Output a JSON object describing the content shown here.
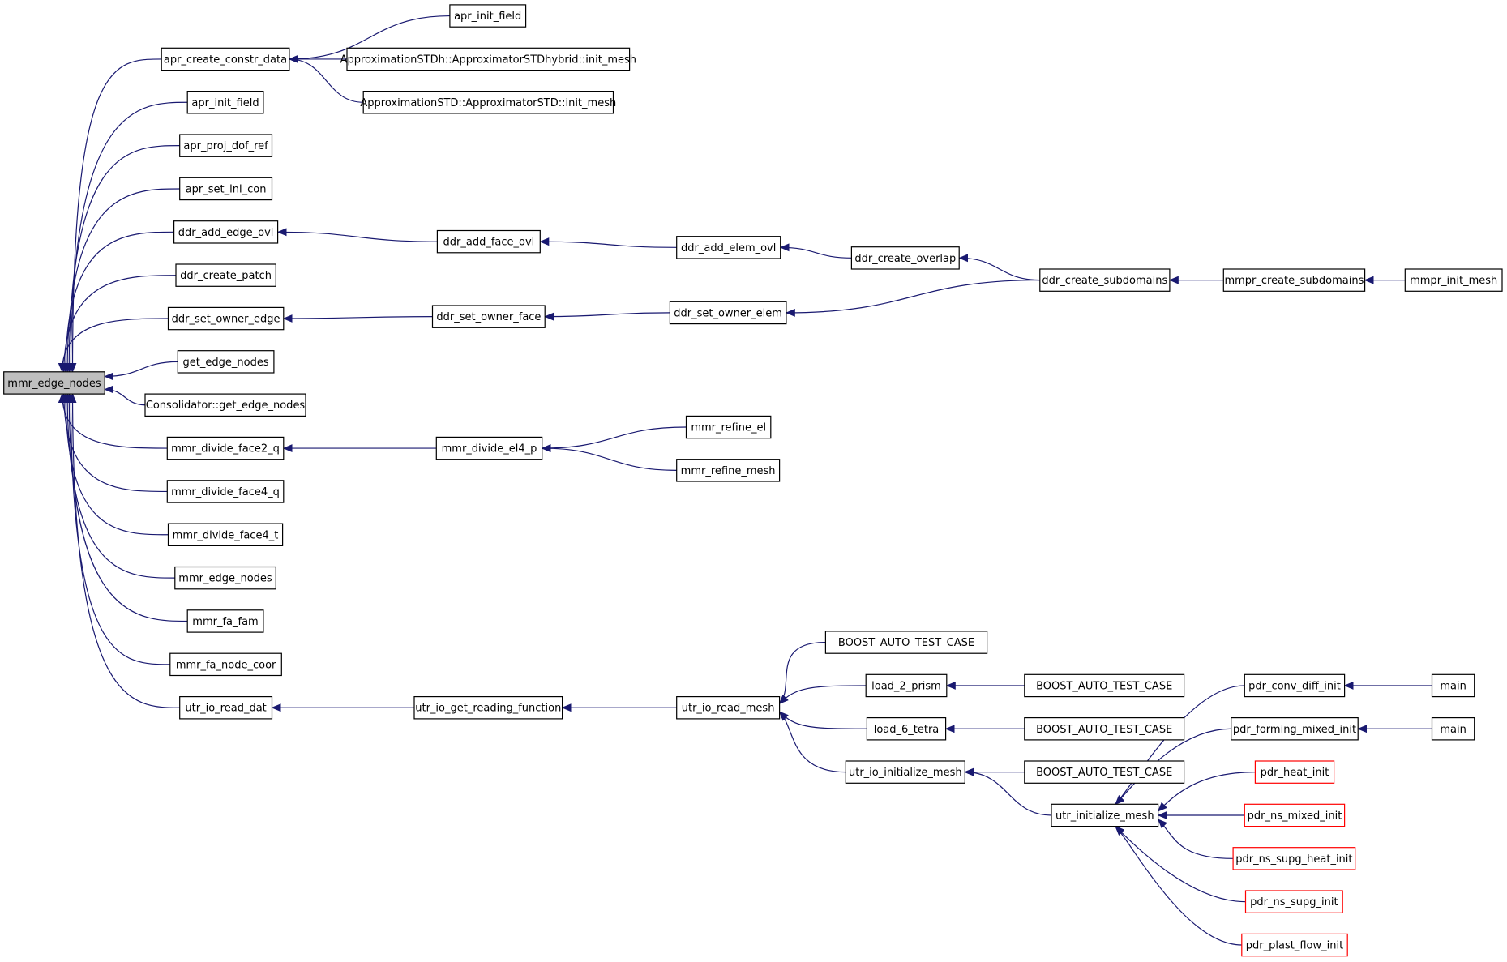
{
  "colors": {
    "edge": "#191970",
    "arrow": "#191970",
    "border": "#000000",
    "truncated_border": "#ff0000",
    "root_fill": "#bfbfbf",
    "node_fill": "#ffffff"
  },
  "nodes": [
    {
      "id": "root",
      "label": "mmr_edge_nodes",
      "style": "root"
    },
    {
      "id": "apr_create",
      "label": "apr_create_constr_data"
    },
    {
      "id": "apr_init_field_2",
      "label": "apr_init_field"
    },
    {
      "id": "approx_hybrid",
      "label": "ApproximationSTDh::ApproximatorSTDhybrid::init_mesh"
    },
    {
      "id": "approx_std",
      "label": "ApproximationSTD::ApproximatorSTD::init_mesh"
    },
    {
      "id": "apr_init_field",
      "label": "apr_init_field"
    },
    {
      "id": "apr_proj",
      "label": "apr_proj_dof_ref"
    },
    {
      "id": "apr_set",
      "label": "apr_set_ini_con"
    },
    {
      "id": "ddr_add_edge",
      "label": "ddr_add_edge_ovl"
    },
    {
      "id": "ddr_add_face",
      "label": "ddr_add_face_ovl"
    },
    {
      "id": "ddr_add_elem",
      "label": "ddr_add_elem_ovl"
    },
    {
      "id": "ddr_create_overlap",
      "label": "ddr_create_overlap"
    },
    {
      "id": "ddr_create_subdomains",
      "label": "ddr_create_subdomains"
    },
    {
      "id": "mmpr_create_subdomains",
      "label": "mmpr_create_subdomains"
    },
    {
      "id": "mmpr_init_mesh",
      "label": "mmpr_init_mesh"
    },
    {
      "id": "ddr_create_patch",
      "label": "ddr_create_patch"
    },
    {
      "id": "ddr_set_owner_edge",
      "label": "ddr_set_owner_edge"
    },
    {
      "id": "ddr_set_owner_face",
      "label": "ddr_set_owner_face"
    },
    {
      "id": "ddr_set_owner_elem",
      "label": "ddr_set_owner_elem"
    },
    {
      "id": "get_edge_nodes",
      "label": "get_edge_nodes"
    },
    {
      "id": "consolidator",
      "label": "Consolidator::get_edge_nodes"
    },
    {
      "id": "mmr_divide_face2_q",
      "label": "mmr_divide_face2_q"
    },
    {
      "id": "mmr_divide_el4_p",
      "label": "mmr_divide_el4_p"
    },
    {
      "id": "mmr_refine_el",
      "label": "mmr_refine_el"
    },
    {
      "id": "mmr_refine_mesh",
      "label": "mmr_refine_mesh"
    },
    {
      "id": "mmr_divide_face4_q",
      "label": "mmr_divide_face4_q"
    },
    {
      "id": "mmr_divide_face4_t",
      "label": "mmr_divide_face4_t"
    },
    {
      "id": "mmr_edge_nodes_2",
      "label": "mmr_edge_nodes"
    },
    {
      "id": "mmr_fa_fam",
      "label": "mmr_fa_fam"
    },
    {
      "id": "mmr_fa_node_coor",
      "label": "mmr_fa_node_coor"
    },
    {
      "id": "utr_io_read_dat",
      "label": "utr_io_read_dat"
    },
    {
      "id": "utr_io_get_reading",
      "label": "utr_io_get_reading_function"
    },
    {
      "id": "utr_io_read_mesh",
      "label": "utr_io_read_mesh"
    },
    {
      "id": "boost_1",
      "label": "BOOST_AUTO_TEST_CASE"
    },
    {
      "id": "load_2_prism",
      "label": "load_2_prism"
    },
    {
      "id": "boost_2",
      "label": "BOOST_AUTO_TEST_CASE"
    },
    {
      "id": "load_6_tetra",
      "label": "load_6_tetra"
    },
    {
      "id": "boost_3",
      "label": "BOOST_AUTO_TEST_CASE"
    },
    {
      "id": "utr_io_initialize_mesh",
      "label": "utr_io_initialize_mesh"
    },
    {
      "id": "boost_4",
      "label": "BOOST_AUTO_TEST_CASE"
    },
    {
      "id": "utr_initialize_mesh",
      "label": "utr_initialize_mesh"
    },
    {
      "id": "pdr_conv_diff_init",
      "label": "pdr_conv_diff_init"
    },
    {
      "id": "main_1",
      "label": "main"
    },
    {
      "id": "pdr_forming_mixed_init",
      "label": "pdr_forming_mixed_init"
    },
    {
      "id": "main_2",
      "label": "main"
    },
    {
      "id": "pdr_heat_init",
      "label": "pdr_heat_init",
      "style": "truncated"
    },
    {
      "id": "pdr_ns_mixed_init",
      "label": "pdr_ns_mixed_init",
      "style": "truncated"
    },
    {
      "id": "pdr_ns_supg_heat_init",
      "label": "pdr_ns_supg_heat_init",
      "style": "truncated"
    },
    {
      "id": "pdr_ns_supg_init",
      "label": "pdr_ns_supg_init",
      "style": "truncated"
    },
    {
      "id": "pdr_plast_flow_init",
      "label": "pdr_plast_flow_init",
      "style": "truncated"
    }
  ],
  "edges": [
    {
      "from": "apr_create",
      "to": "root"
    },
    {
      "from": "apr_init_field",
      "to": "root"
    },
    {
      "from": "apr_proj",
      "to": "root"
    },
    {
      "from": "apr_set",
      "to": "root"
    },
    {
      "from": "ddr_add_edge",
      "to": "root"
    },
    {
      "from": "ddr_create_patch",
      "to": "root"
    },
    {
      "from": "ddr_set_owner_edge",
      "to": "root"
    },
    {
      "from": "get_edge_nodes",
      "to": "root"
    },
    {
      "from": "consolidator",
      "to": "root"
    },
    {
      "from": "mmr_divide_face2_q",
      "to": "root"
    },
    {
      "from": "mmr_divide_face4_q",
      "to": "root"
    },
    {
      "from": "mmr_divide_face4_t",
      "to": "root"
    },
    {
      "from": "mmr_edge_nodes_2",
      "to": "root"
    },
    {
      "from": "mmr_fa_fam",
      "to": "root"
    },
    {
      "from": "mmr_fa_node_coor",
      "to": "root"
    },
    {
      "from": "utr_io_read_dat",
      "to": "root"
    },
    {
      "from": "apr_init_field_2",
      "to": "apr_create"
    },
    {
      "from": "approx_hybrid",
      "to": "apr_create"
    },
    {
      "from": "approx_std",
      "to": "apr_create"
    },
    {
      "from": "ddr_add_face",
      "to": "ddr_add_edge"
    },
    {
      "from": "ddr_add_elem",
      "to": "ddr_add_face"
    },
    {
      "from": "ddr_create_overlap",
      "to": "ddr_add_elem"
    },
    {
      "from": "ddr_create_subdomains",
      "to": "ddr_create_overlap"
    },
    {
      "from": "mmpr_create_subdomains",
      "to": "ddr_create_subdomains"
    },
    {
      "from": "mmpr_init_mesh",
      "to": "mmpr_create_subdomains"
    },
    {
      "from": "ddr_set_owner_face",
      "to": "ddr_set_owner_edge"
    },
    {
      "from": "ddr_set_owner_elem",
      "to": "ddr_set_owner_face"
    },
    {
      "from": "ddr_create_subdomains",
      "to": "ddr_set_owner_elem"
    },
    {
      "from": "mmr_divide_el4_p",
      "to": "mmr_divide_face2_q"
    },
    {
      "from": "mmr_refine_el",
      "to": "mmr_divide_el4_p"
    },
    {
      "from": "mmr_refine_mesh",
      "to": "mmr_divide_el4_p"
    },
    {
      "from": "utr_io_get_reading",
      "to": "utr_io_read_dat"
    },
    {
      "from": "utr_io_read_mesh",
      "to": "utr_io_get_reading"
    },
    {
      "from": "boost_1",
      "to": "utr_io_read_mesh"
    },
    {
      "from": "load_2_prism",
      "to": "utr_io_read_mesh"
    },
    {
      "from": "load_6_tetra",
      "to": "utr_io_read_mesh"
    },
    {
      "from": "utr_io_initialize_mesh",
      "to": "utr_io_read_mesh"
    },
    {
      "from": "boost_2",
      "to": "load_2_prism"
    },
    {
      "from": "boost_3",
      "to": "load_6_tetra"
    },
    {
      "from": "boost_4",
      "to": "utr_io_initialize_mesh"
    },
    {
      "from": "utr_initialize_mesh",
      "to": "utr_io_initialize_mesh"
    },
    {
      "from": "pdr_conv_diff_init",
      "to": "utr_initialize_mesh"
    },
    {
      "from": "pdr_forming_mixed_init",
      "to": "utr_initialize_mesh"
    },
    {
      "from": "pdr_heat_init",
      "to": "utr_initialize_mesh"
    },
    {
      "from": "pdr_ns_mixed_init",
      "to": "utr_initialize_mesh"
    },
    {
      "from": "pdr_ns_supg_heat_init",
      "to": "utr_initialize_mesh"
    },
    {
      "from": "pdr_ns_supg_init",
      "to": "utr_initialize_mesh"
    },
    {
      "from": "pdr_plast_flow_init",
      "to": "utr_initialize_mesh"
    },
    {
      "from": "main_1",
      "to": "pdr_conv_diff_init"
    },
    {
      "from": "main_2",
      "to": "pdr_forming_mixed_init"
    }
  ]
}
